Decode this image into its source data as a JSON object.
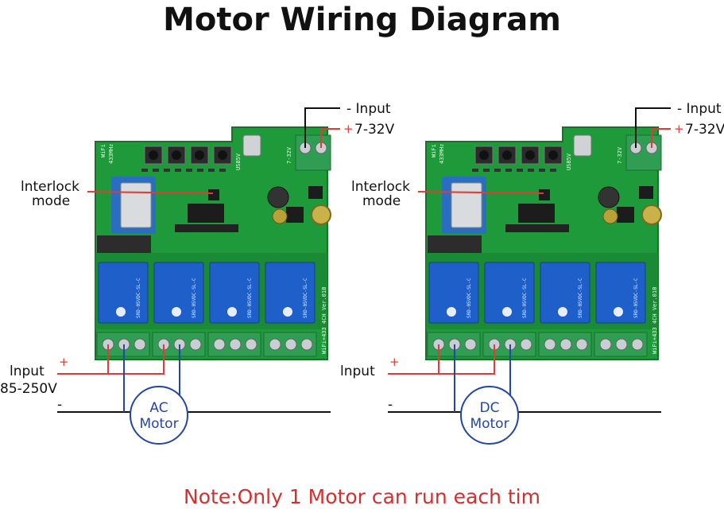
{
  "title": "Motor Wiring Diagram",
  "note": "Note:Only 1 Motor can run each tim",
  "colors": {
    "pcb": "#1f9a3a",
    "pcb_dark": "#15732a",
    "terminal": "#2f9d52",
    "relay": "#1e5fc9",
    "wire": "#111111",
    "plus": "#e53935",
    "motor": "#2446a8",
    "note": "#d32f2f"
  },
  "boards": [
    {
      "supply_minus_label": "- Input",
      "supply_plus_sign": "+",
      "supply_plus_label": "7-32V",
      "interlock_label_line1": "lnterlock",
      "interlock_label_line2": "mode",
      "load_input_label": "lnput",
      "load_voltage_label": "85-250V",
      "load_plus_sign": "+",
      "load_minus_sign": "-",
      "motor_line1": "AC",
      "motor_line2": "Motor",
      "silk_wifi": "WiFi",
      "silk_433": "433MHz",
      "silk_usb": "USB5V",
      "silk_supply": "7-32V",
      "silk_model": "WiFi+433 4CH Ver.01B",
      "relay_text": "SRD-05VDC-SL-C"
    },
    {
      "supply_minus_label": "- Input",
      "supply_plus_sign": "+",
      "supply_plus_label": "7-32V",
      "interlock_label_line1": "lnterlock",
      "interlock_label_line2": "mode",
      "load_input_label": "lnput",
      "load_voltage_label": "",
      "load_plus_sign": "+",
      "load_minus_sign": "-",
      "motor_line1": "DC",
      "motor_line2": "Motor",
      "silk_wifi": "WiFi",
      "silk_433": "433MHz",
      "silk_usb": "USB5V",
      "silk_supply": "7-32V",
      "silk_model": "WiFi+433 4CH Ver.01B",
      "relay_text": "SRD-05VDC-SL-C"
    }
  ]
}
